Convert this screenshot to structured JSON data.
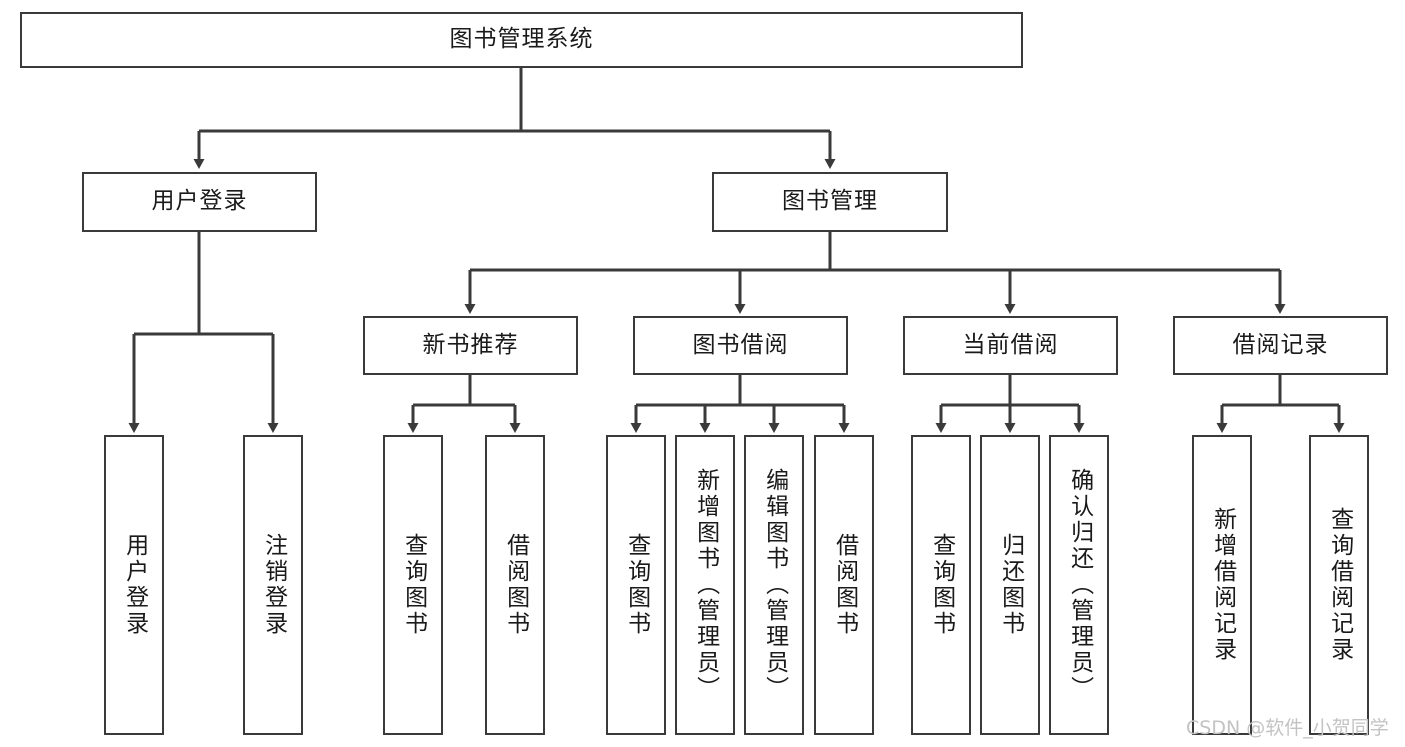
{
  "diagram": {
    "type": "tree-hierarchy",
    "title": "图书管理系统",
    "root": {
      "id": "root",
      "label": "图书管理系统"
    },
    "level2": [
      {
        "id": "user-login",
        "label": "用户登录"
      },
      {
        "id": "book-manage",
        "label": "图书管理"
      }
    ],
    "level3": [
      {
        "id": "new-book-rec",
        "label": "新书推荐",
        "parent": "book-manage"
      },
      {
        "id": "book-borrow",
        "label": "图书借阅",
        "parent": "book-manage"
      },
      {
        "id": "current-borrow",
        "label": "当前借阅",
        "parent": "book-manage"
      },
      {
        "id": "borrow-record",
        "label": "借阅记录",
        "parent": "book-manage"
      }
    ],
    "leaves": [
      {
        "id": "leaf-user-login",
        "label": "用户登录",
        "parent": "user-login"
      },
      {
        "id": "leaf-logout",
        "label": "注销登录",
        "parent": "user-login"
      },
      {
        "id": "leaf-query-book-1",
        "label": "查询图书",
        "parent": "new-book-rec"
      },
      {
        "id": "leaf-borrow-book-1",
        "label": "借阅图书",
        "parent": "new-book-rec"
      },
      {
        "id": "leaf-query-book-2",
        "label": "查询图书",
        "parent": "book-borrow"
      },
      {
        "id": "leaf-add-book",
        "label": "新增图书（管理员）",
        "parent": "book-borrow"
      },
      {
        "id": "leaf-edit-book",
        "label": "编辑图书（管理员）",
        "parent": "book-borrow"
      },
      {
        "id": "leaf-borrow-book-2",
        "label": "借阅图书",
        "parent": "book-borrow"
      },
      {
        "id": "leaf-query-book-3",
        "label": "查询图书",
        "parent": "current-borrow"
      },
      {
        "id": "leaf-return-book",
        "label": "归还图书",
        "parent": "current-borrow"
      },
      {
        "id": "leaf-confirm-return",
        "label": "确认归还（管理员）",
        "parent": "current-borrow"
      },
      {
        "id": "leaf-add-record",
        "label": "新增借阅记录",
        "parent": "borrow-record"
      },
      {
        "id": "leaf-query-record",
        "label": "查询借阅记录",
        "parent": "borrow-record"
      }
    ],
    "colors": {
      "stroke": "#3a3a3a",
      "fill": "#ffffff",
      "text": "#1a1a1a",
      "watermark": "#c3c3c3"
    }
  },
  "watermark": {
    "text": "CSDN @软件_小贺同学"
  }
}
